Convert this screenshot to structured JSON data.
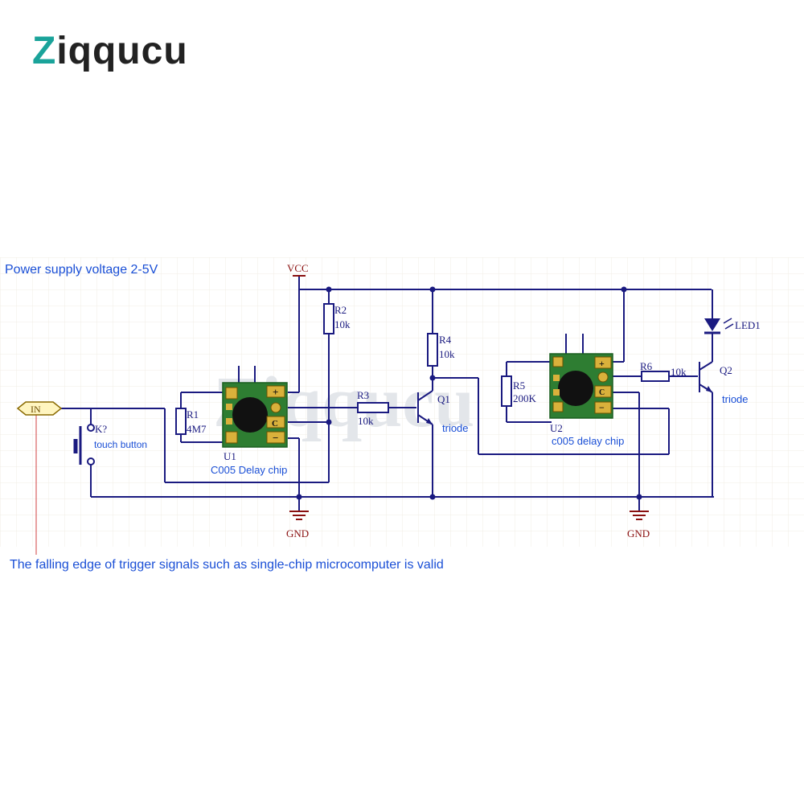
{
  "brand": {
    "name": "Ziqqucu",
    "lead_letter": "Z",
    "rest": "iqqucu",
    "lead_color": "#1aa39a"
  },
  "notes": {
    "power": "Power supply voltage 2-5V",
    "trigger": "The falling edge of trigger signals such as single-chip microcomputer is valid"
  },
  "rails": {
    "vcc": "VCC",
    "gnd_left": "GND",
    "gnd_right": "GND"
  },
  "input": {
    "label": "IN"
  },
  "button": {
    "ref": "K?",
    "desc": "touch button"
  },
  "resistors": {
    "r1": {
      "ref": "R1",
      "value": "4M7"
    },
    "r2": {
      "ref": "R2",
      "value": "10k"
    },
    "r3": {
      "ref": "R3",
      "value": "10k"
    },
    "r4": {
      "ref": "R4",
      "value": "10k"
    },
    "r5": {
      "ref": "R5",
      "value": "200K"
    },
    "r6": {
      "ref": "R6",
      "value": "10k"
    }
  },
  "chips": {
    "u1": {
      "ref": "U1",
      "desc": "C005 Delay chip"
    },
    "u2": {
      "ref": "U2",
      "desc": "c005 delay chip"
    }
  },
  "transistors": {
    "q1": {
      "ref": "Q1",
      "desc": "triode"
    },
    "q2": {
      "ref": "Q2",
      "desc": "triode"
    }
  },
  "led": {
    "ref": "LED1"
  },
  "pin_marks": {
    "plus": "+",
    "c": "C",
    "minus": "−"
  },
  "colors": {
    "wire": "#1a1a80",
    "label_blue": "#1a4fd6",
    "rail_red": "#8a1010",
    "chip_green": "#2e7d32",
    "grid": "#f1ede4"
  }
}
